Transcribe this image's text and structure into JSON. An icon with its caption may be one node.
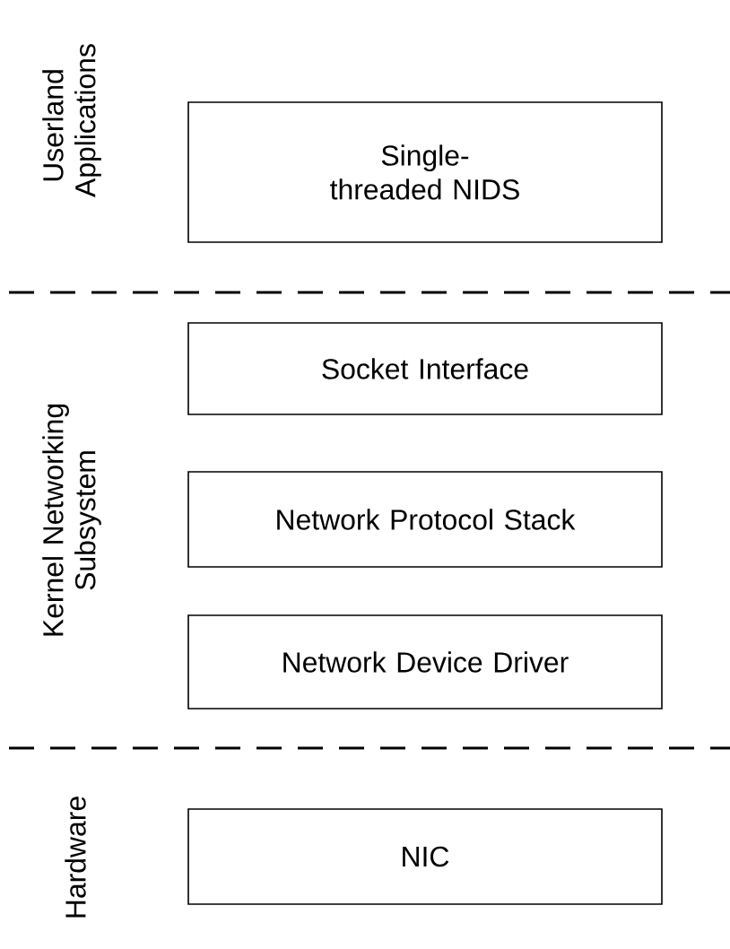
{
  "diagram": {
    "nodes": [
      {
        "text": [
          "Single-threaded NIDS"
        ]
      },
      {
        "text": [
          "Socket Interface"
        ]
      },
      {
        "text": [
          "Network Protocol Stack"
        ]
      },
      {
        "text": [
          "Network Device Driver"
        ]
      },
      {
        "text": [
          "NIC"
        ]
      }
    ],
    "edges": [],
    "labels": [
      "Userland Applications",
      "Kernel Networking Subsystem",
      "Hardware"
    ]
  }
}
